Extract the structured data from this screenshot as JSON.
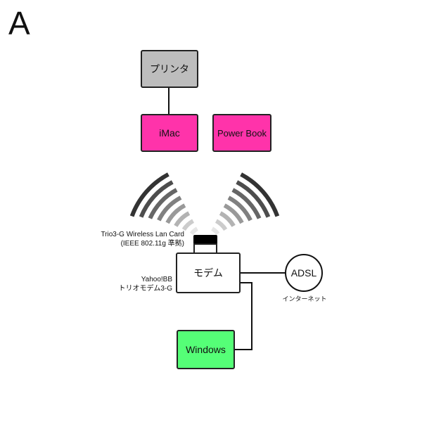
{
  "figure_label": "A",
  "nodes": {
    "printer": {
      "label": "プリンタ",
      "color": "#bdbdbd"
    },
    "imac": {
      "label": "iMac",
      "color": "#ff33aa"
    },
    "powerbook": {
      "label": "Power Book",
      "color": "#ff33aa"
    },
    "modem": {
      "label": "モデム",
      "color": "#ffffff"
    },
    "adsl": {
      "label": "ADSL",
      "sublabel": "インターネット",
      "color": "#ffffff"
    },
    "windows": {
      "label": "Windows",
      "color": "#55ff77"
    }
  },
  "annotations": {
    "wireless_card_line1": "Trio3-G Wireless Lan Card",
    "wireless_card_line2": "(IEEE 802.11g 準拠)",
    "modem_model_line1": "Yahoo!BB",
    "modem_model_line2": "トリオモデム3-G"
  },
  "wireless_signal": {
    "arc_count": 8,
    "dark_color": "#333333",
    "light_color": "#e6e6e6"
  }
}
